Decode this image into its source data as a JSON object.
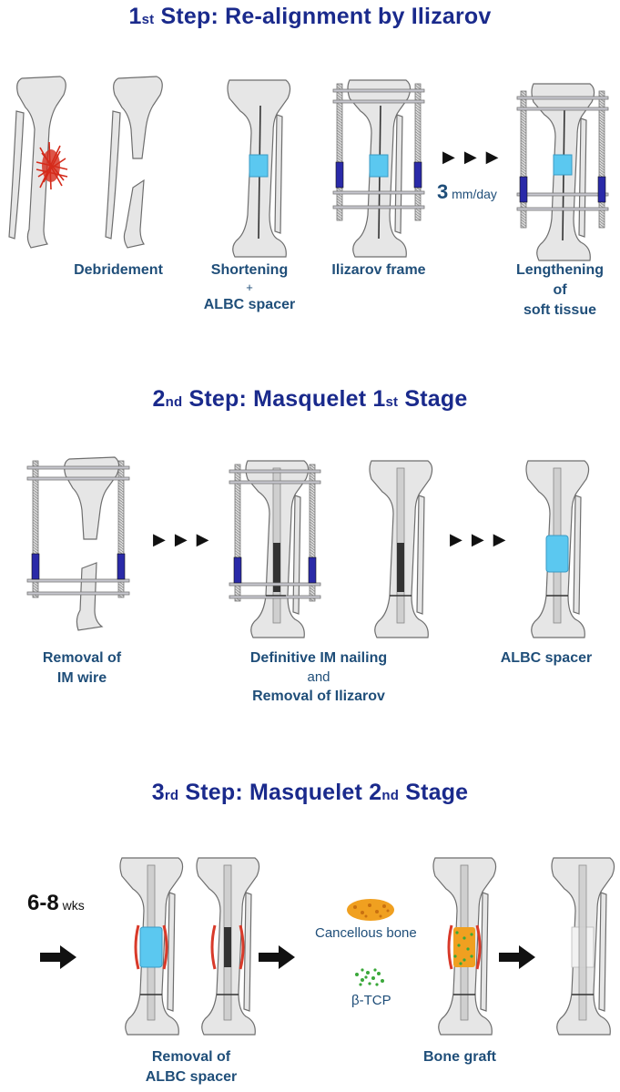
{
  "step1": {
    "title_num": "1",
    "title_suffix": "st",
    "title_rest": " Step: Re-alignment by Ilizarov",
    "rate_value": "3",
    "rate_unit": " mm/day",
    "labels": {
      "debridement": "Debridement",
      "shortening": "Shortening",
      "plus": "+",
      "albc_spacer": "ALBC spacer",
      "ilizarov_frame": "Ilizarov frame",
      "lengthening_1": "Lengthening",
      "lengthening_2": "of",
      "lengthening_3": "soft tissue"
    }
  },
  "step2": {
    "title_num": "2",
    "title_suffix": "nd",
    "title_rest": " Step: Masquelet 1",
    "title_suffix2": "st",
    "title_end": " Stage",
    "labels": {
      "removal_1": "Removal of",
      "removal_2": "IM wire",
      "nailing_1": "Definitive IM nailing",
      "nailing_2": "and",
      "nailing_3": "Removal of Ilizarov",
      "albc_spacer": "ALBC spacer"
    }
  },
  "step3": {
    "title_num": "3",
    "title_suffix": "rd",
    "title_rest": " Step: Masquelet 2",
    "title_suffix2": "nd",
    "title_end": " Stage",
    "weeks_value": "6-8",
    "weeks_unit": " wks",
    "labels": {
      "cancellous": "Cancellous bone",
      "btcp": "β-TCP",
      "removal_1": "Removal of",
      "removal_2": "ALBC spacer",
      "bone_graft": "Bone graft"
    }
  },
  "colors": {
    "title": "#1a2a8c",
    "label": "#1f4e79",
    "bone_fill": "#e8e8e8",
    "bone_stroke": "#6e6e6e",
    "spacer": "#5bc8f0",
    "infection": "#d42a1a",
    "membrane": "#d83a2a",
    "cancellous": "#f0a020",
    "btcp": "#3aa83a",
    "frame_ring": "#9090a8",
    "strut": "#2a2aa8"
  }
}
